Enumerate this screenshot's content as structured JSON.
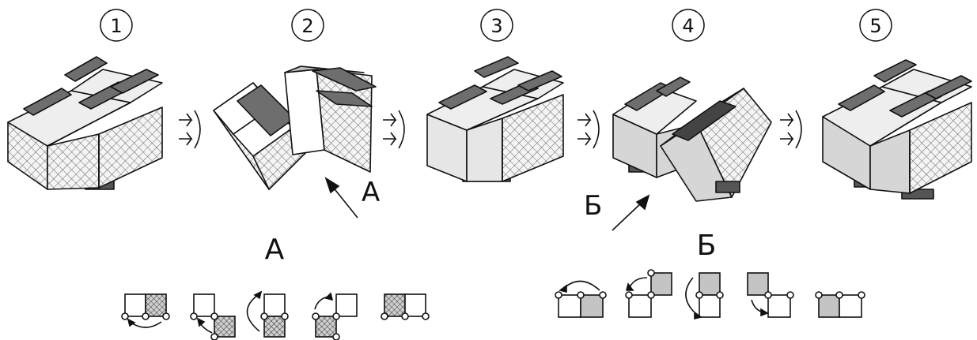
{
  "steps": [
    {
      "number": "1"
    },
    {
      "number": "2"
    },
    {
      "number": "3"
    },
    {
      "number": "4"
    },
    {
      "number": "5"
    }
  ],
  "view_labels": {
    "a": "А",
    "b": "Б"
  },
  "colors": {
    "stroke": "#111111",
    "dark_face": "#6e6e6e",
    "light_face": "#eeeeee",
    "side_face": "#d6d6d6",
    "hatch": "#555555",
    "schematic_gray": "#c4c4c4"
  }
}
